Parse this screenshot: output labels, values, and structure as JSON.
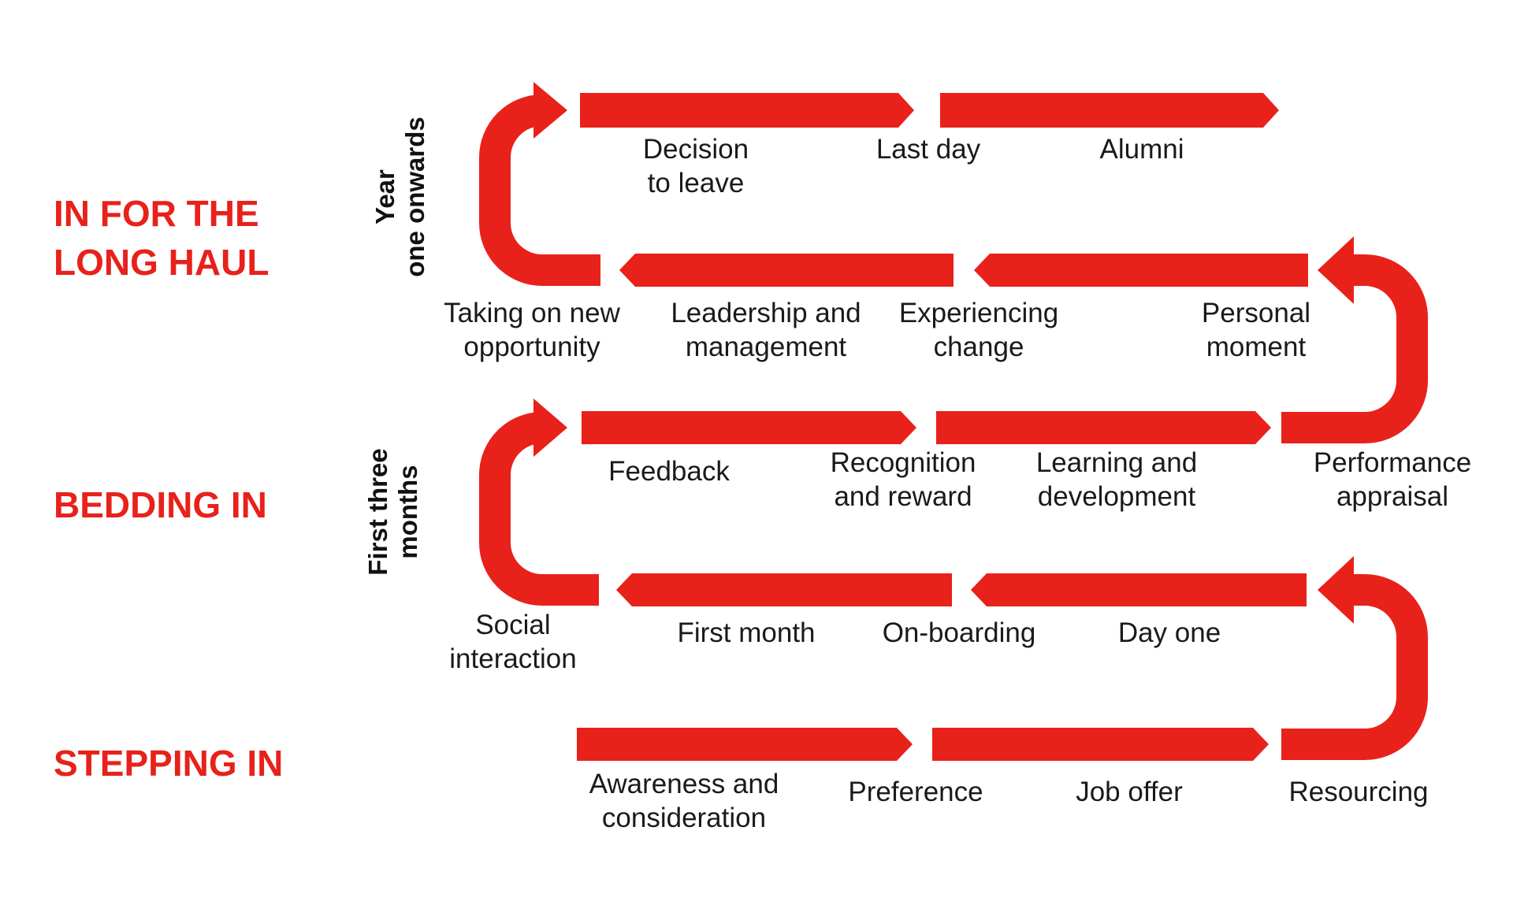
{
  "colors": {
    "accent": "#e8211b",
    "text": "#1a1a1a"
  },
  "phases": {
    "long_haul": [
      "IN FOR THE",
      "LONG HAUL"
    ],
    "bedding_in": [
      "BEDDING IN"
    ],
    "stepping_in": [
      "STEPPING IN"
    ]
  },
  "periods": {
    "year_one": [
      "Year",
      "one onwards"
    ],
    "first_three_months": [
      "First three",
      "months"
    ]
  },
  "stages": {
    "decision_to_leave": [
      "Decision",
      "to leave"
    ],
    "last_day": [
      "Last day"
    ],
    "alumni": [
      "Alumni"
    ],
    "taking_on_new_opportunity": [
      "Taking on new",
      "opportunity"
    ],
    "leadership_and_management": [
      "Leadership and",
      "management"
    ],
    "experiencing_change": [
      "Experiencing",
      "change"
    ],
    "personal_moment": [
      "Personal",
      "moment"
    ],
    "feedback": [
      "Feedback"
    ],
    "recognition_and_reward": [
      "Recognition",
      "and reward"
    ],
    "learning_and_development": [
      "Learning and",
      "development"
    ],
    "performance_appraisal": [
      "Performance",
      "appraisal"
    ],
    "social_interaction": [
      "Social",
      "interaction"
    ],
    "first_month": [
      "First month"
    ],
    "on_boarding": [
      "On-boarding"
    ],
    "day_one": [
      "Day one"
    ],
    "awareness_and_consideration": [
      "Awareness and",
      "consideration"
    ],
    "preference": [
      "Preference"
    ],
    "job_offer": [
      "Job offer"
    ],
    "resourcing": [
      "Resourcing"
    ]
  }
}
